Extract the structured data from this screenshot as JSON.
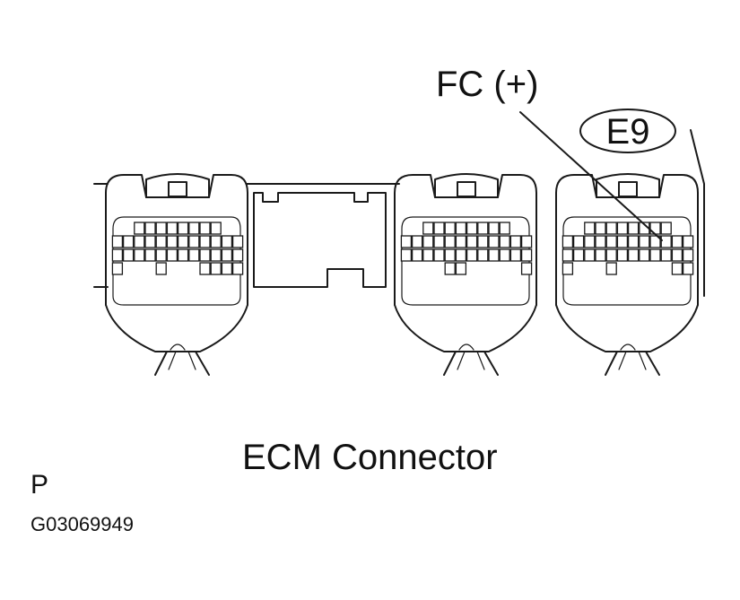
{
  "labels": {
    "pin_label": "FC (+)",
    "connector_code": "E9",
    "caption": "ECM Connector",
    "corner_letter": "P",
    "figure_id": "G03069949"
  },
  "connectors": [
    {
      "pin_rows": [
        [
          1,
          1,
          1,
          1,
          1,
          1,
          1,
          1
        ],
        [
          1,
          1,
          1,
          1,
          1,
          1,
          1,
          1,
          1,
          1,
          1,
          1
        ],
        [
          1,
          1,
          1,
          1,
          1,
          1,
          1,
          1,
          1,
          1,
          1,
          1
        ],
        [
          1,
          0,
          0,
          0,
          1,
          0,
          0,
          0,
          1,
          1,
          1,
          1
        ]
      ],
      "has_cable": true
    },
    {
      "pin_rows": [
        [
          1,
          1,
          1,
          1,
          1,
          1,
          1,
          1
        ],
        [
          1,
          1,
          1,
          1,
          1,
          1,
          1,
          1,
          1,
          1,
          1,
          1
        ],
        [
          1,
          1,
          1,
          1,
          1,
          1,
          1,
          1,
          1,
          1,
          1,
          1
        ],
        [
          0,
          0,
          0,
          0,
          1,
          1,
          0,
          0,
          0,
          0,
          0,
          1
        ]
      ],
      "has_cable": true
    },
    {
      "pin_rows": [
        [
          1,
          1,
          1,
          1,
          1,
          1,
          1,
          1
        ],
        [
          1,
          1,
          1,
          1,
          1,
          1,
          1,
          1,
          1,
          1,
          1,
          1
        ],
        [
          1,
          1,
          1,
          1,
          1,
          1,
          1,
          1,
          1,
          1,
          1,
          1
        ],
        [
          1,
          0,
          0,
          0,
          1,
          0,
          0,
          0,
          0,
          0,
          1,
          1
        ]
      ],
      "has_cable": true
    }
  ],
  "colors": {
    "line": "#1a1a1a",
    "background": "#ffffff"
  }
}
